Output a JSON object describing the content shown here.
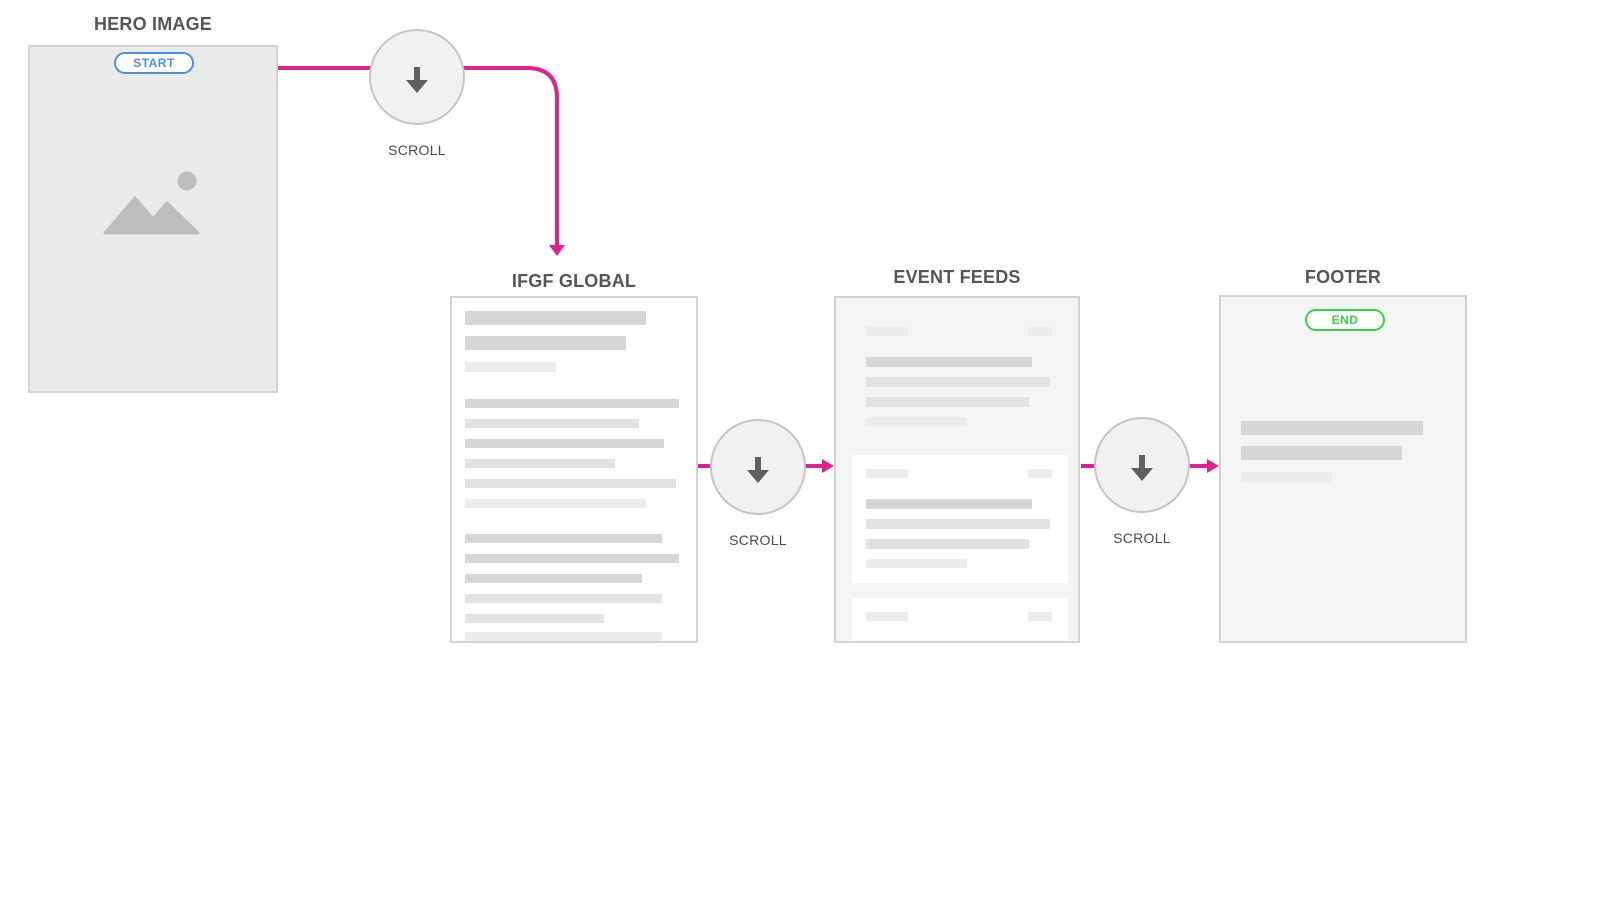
{
  "flow": {
    "hero": {
      "title": "HERO IMAGE",
      "badge": "START"
    },
    "global": {
      "title": "IFGF GLOBAL"
    },
    "feeds": {
      "title": "EVENT FEEDS"
    },
    "footer": {
      "title": "FOOTER",
      "badge": "END"
    },
    "connectors": [
      {
        "label": "SCROLL"
      },
      {
        "label": "SCROLL"
      },
      {
        "label": "SCROLL"
      }
    ]
  },
  "colors": {
    "connector": "#e0218a",
    "start_badge": "#4a90e2",
    "end_badge": "#34d24a",
    "frame_border": "#d2d3d3",
    "placeholder": "#d6d6d7"
  },
  "icons": [
    "image-placeholder-icon",
    "arrow-down-icon"
  ]
}
